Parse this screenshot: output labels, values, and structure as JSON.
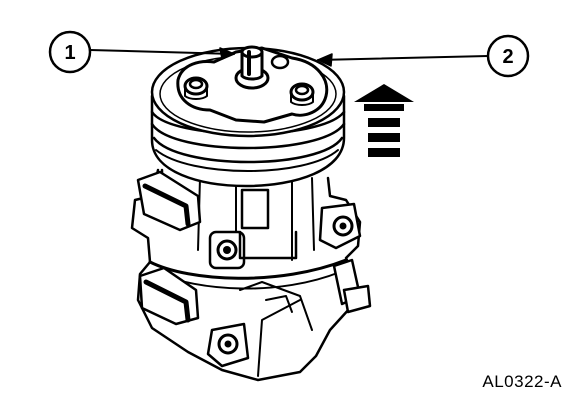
{
  "figure": {
    "code": "AL0322-A",
    "subject": "ac-compressor-clutch-assembly",
    "colors": {
      "ink": "#000000",
      "paper": "#ffffff"
    },
    "callouts": [
      {
        "number": "1",
        "target": "compressor-shaft-stud"
      },
      {
        "number": "2",
        "target": "clutch-hub-plate"
      }
    ],
    "direction_indicator": {
      "icon": "up-arrow-icon",
      "meaning": "remove-upward"
    }
  }
}
